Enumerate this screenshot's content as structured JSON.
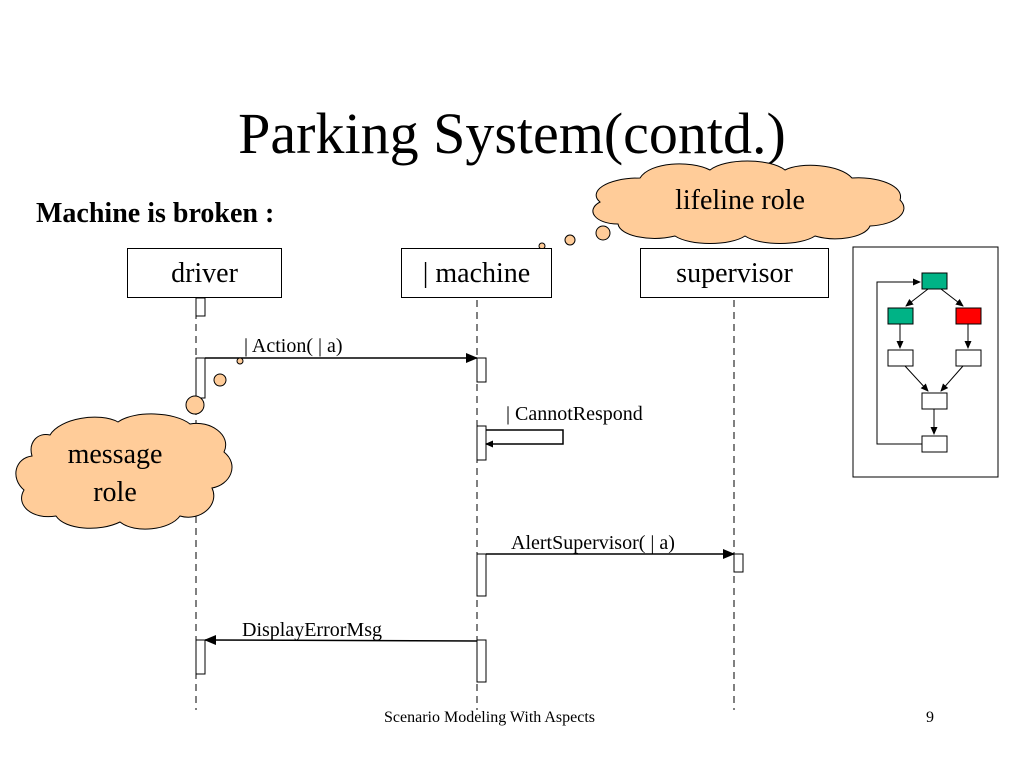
{
  "slide": {
    "title": "Parking System(contd.)",
    "subtitle": "Machine is broken :"
  },
  "lifelines": [
    {
      "name": "driver"
    },
    {
      "name": "| machine"
    },
    {
      "name": "supervisor"
    }
  ],
  "messages": [
    {
      "label": "| Action( | a)"
    },
    {
      "label": "| CannotRespond"
    },
    {
      "label": "AlertSupervisor( | a)"
    },
    {
      "label": "DisplayErrorMsg"
    }
  ],
  "callouts": {
    "lifeline_role": "lifeline role",
    "message_role_line1": "message",
    "message_role_line2": "role"
  },
  "thumbnail": {
    "colors": {
      "green": "#00b386",
      "red": "#ff0000",
      "plain": "#ffffff"
    }
  },
  "footer": {
    "caption": "Scenario Modeling With Aspects",
    "page_number": "9"
  },
  "colors": {
    "cloud_fill": "#ffcc99",
    "line": "#000000"
  }
}
